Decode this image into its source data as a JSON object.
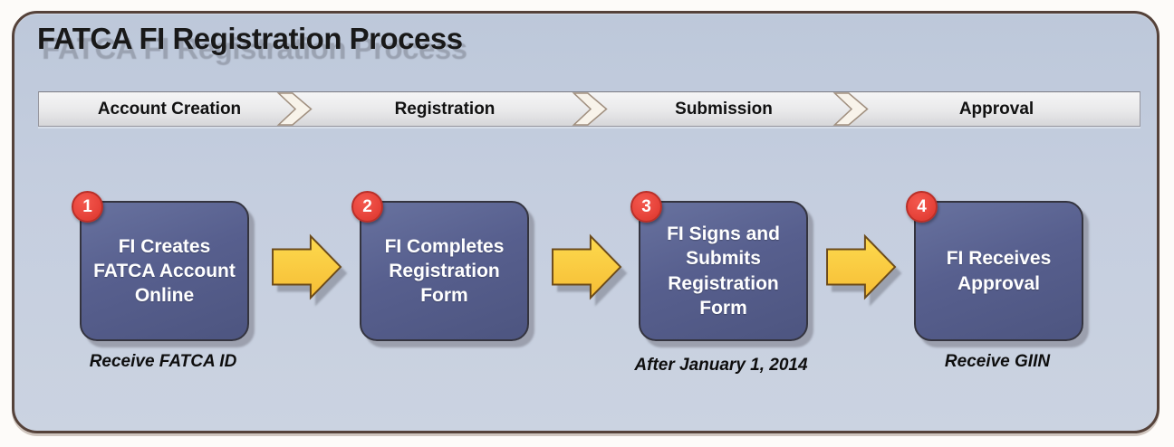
{
  "diagram": {
    "title": "FATCA FI Registration Process"
  },
  "stages": [
    {
      "label": "Account Creation"
    },
    {
      "label": "Registration"
    },
    {
      "label": "Submission"
    },
    {
      "label": "Approval"
    }
  ],
  "steps": [
    {
      "number": "1",
      "title": "FI Creates\nFATCA Account\nOnline",
      "caption": "Receive FATCA ID"
    },
    {
      "number": "2",
      "title": "FI Completes\nRegistration\nForm",
      "caption": ""
    },
    {
      "number": "3",
      "title": "FI Signs and\nSubmits\nRegistration\nForm",
      "caption": "After January 1, 2014"
    },
    {
      "number": "4",
      "title": "FI Receives\nApproval",
      "caption": "Receive GIIN"
    }
  ],
  "colors": {
    "panel_background": "#c5cedf",
    "panel_border": "#55423a",
    "box_fill": "#575f8e",
    "box_border": "#34343f",
    "arrow_fill": "#fbcd3d",
    "arrow_outline": "#6b4a1a",
    "badge_fill": "#e8453c",
    "badge_border": "#b93029",
    "stage_band_fill": "#e9e9ea",
    "box_text": "#ffffff",
    "caption_text": "#0e0e0e"
  }
}
